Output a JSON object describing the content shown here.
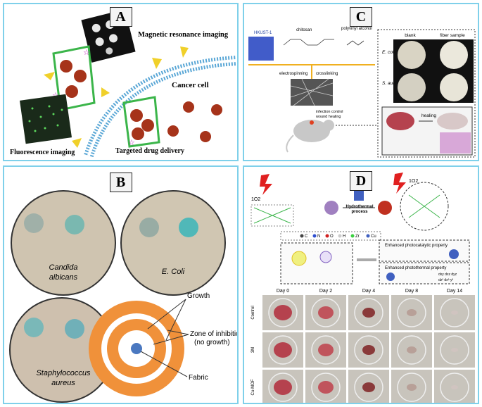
{
  "panels": {
    "A": {
      "label": "A",
      "mri": "Magnetic resonance imaging",
      "cancer": "Cancer cell",
      "fluorescence": "Fluorescence imaging",
      "targeted": "Targeted drug delivery"
    },
    "C": {
      "label": "C",
      "hkust": "HKUST-1",
      "chitosan": "chitosan",
      "pva": "polyvinyl alcohol",
      "electrospinning": "electrospinning",
      "crosslinking": "crosslinking",
      "infection": "infection control",
      "wound": "wound healing",
      "blank": "blank",
      "fiber": "fiber sample",
      "ecoli": "E. coli",
      "saureus": "S. aureus",
      "healing": "healing"
    },
    "B": {
      "label": "B",
      "candida1": "Candida",
      "candida2": "albicans",
      "ecoli": "E. Coli",
      "staph1": "Staphylococcus",
      "staph2": "aureus",
      "growth": "Growth",
      "zone1": "Zone of inhibition",
      "zone2": "(no growth)",
      "fabric": "Fabric"
    },
    "D": {
      "label": "D",
      "cu": "Cu",
      "hydro1": "Hydrothermal",
      "hydro2": "process",
      "legend_c": "C",
      "legend_n": "N",
      "legend_o": "O",
      "legend_h": "H",
      "legend_zr": "Zr",
      "legend_cu": "Cu",
      "photocat": "Enhanced photocatalytic property",
      "photothermal": "Enhanced photothermal property",
      "o2": "1O2",
      "days": [
        "Day 0",
        "Day 2",
        "Day 4",
        "Day 8",
        "Day 14"
      ],
      "rows": [
        "Control",
        "3M",
        "Cu-MOF"
      ],
      "orbitals1": "dxy dxz dyz",
      "orbitals2": "dz² dx²-y²"
    }
  },
  "colors": {
    "border": "#7fd0ea",
    "orange": "#f0913a",
    "green_frame": "#3bb54a",
    "membrane": "#5aa7d6",
    "nanoparticle": "#a6331a",
    "tissue": "#b5424e"
  }
}
